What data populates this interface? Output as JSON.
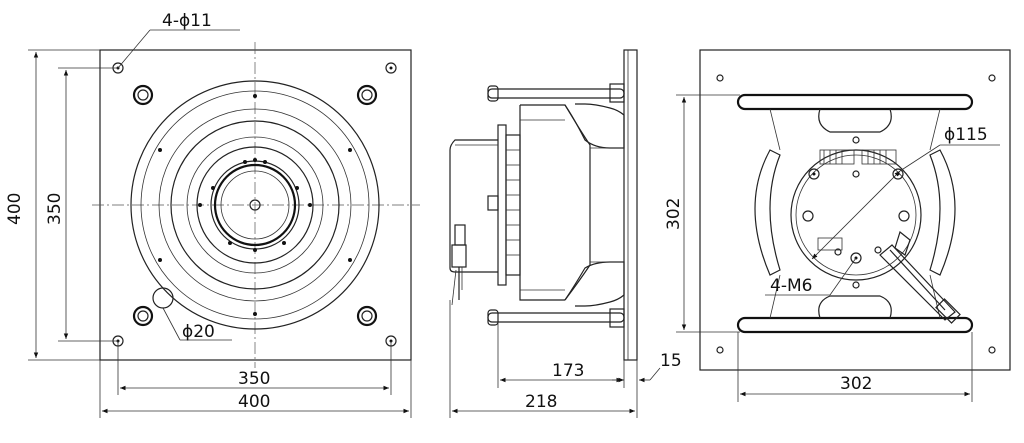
{
  "front_view": {
    "dim_hole_label": "4-ϕ11",
    "dim_hole20_label": "ϕ20",
    "dim_height_outer": "400",
    "dim_height_inner": "350",
    "dim_width_inner": "350",
    "dim_width_outer": "400"
  },
  "side_view": {
    "dim_depth_fan": "173",
    "dim_plate": "15",
    "dim_total": "218"
  },
  "rear_view": {
    "dim_circle_label": "ϕ115",
    "dim_thread_label": "4-M6",
    "dim_height": "302",
    "dim_width": "302"
  },
  "colors": {
    "line": "#111111",
    "background": "#ffffff"
  }
}
